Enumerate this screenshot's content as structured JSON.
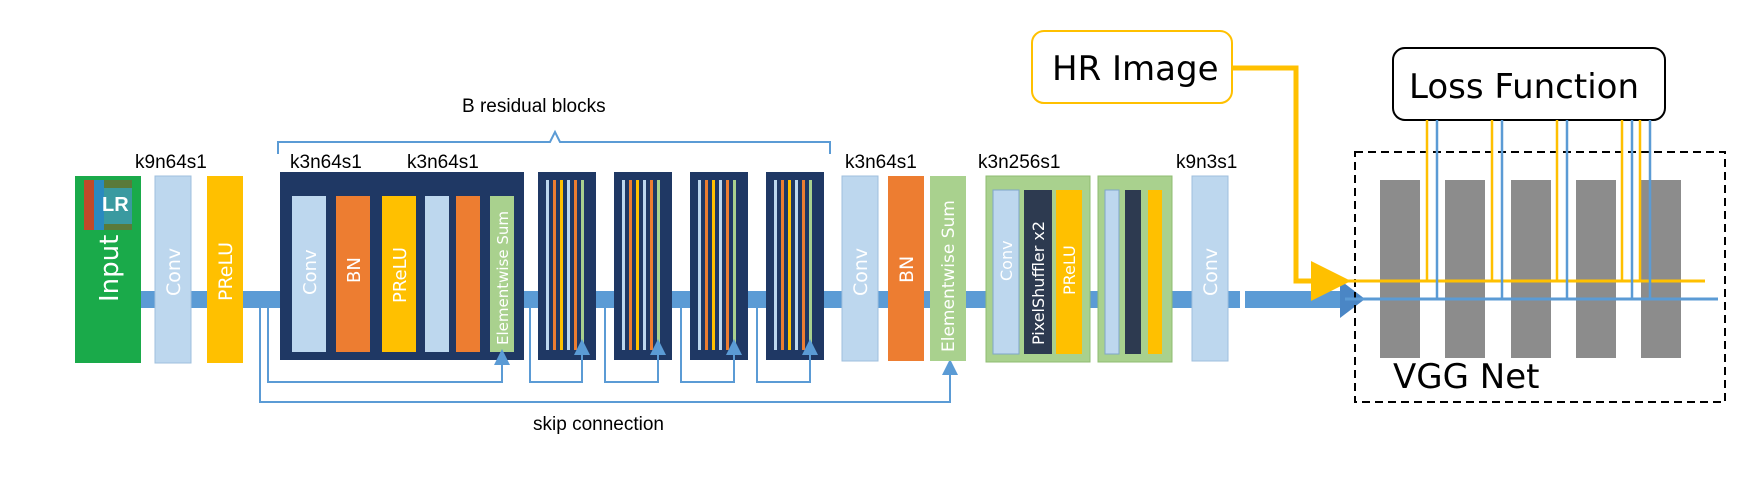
{
  "labels": {
    "b_residual_blocks": "B residual blocks",
    "skip_connection": "skip connection",
    "hr_image": "HR Image",
    "loss_function": "Loss Function",
    "vgg_net": "VGG Net",
    "lr": "LR"
  },
  "kernel_labels": {
    "k9n64s1_first": "k9n64s1",
    "k3n64s1_a": "k3n64s1",
    "k3n64s1_b": "k3n64s1",
    "k3n64s1_c": "k3n64s1",
    "k3n256s1": "k3n256s1",
    "k9n3s1": "k9n3s1"
  },
  "blocks": {
    "input": "Input",
    "conv": "Conv",
    "prelu": "PReLU",
    "bn": "BN",
    "elementwise_sum": "Elementwise Sum",
    "pixelshuffler": "PixelShuffler x2"
  },
  "colors": {
    "input_green": "#1aaa4a",
    "conv_lightblue": "#bdd7ee",
    "prelu_yellow": "#ffc000",
    "bn_orange": "#ed7d31",
    "sum_green": "#a9d18e",
    "block_navy": "#1f3864",
    "pixel_dark": "#2d3a50",
    "trunk_blue": "#5b9bd5",
    "hr_orange": "#ffc000",
    "vgg_gray": "#8c8c8c"
  }
}
